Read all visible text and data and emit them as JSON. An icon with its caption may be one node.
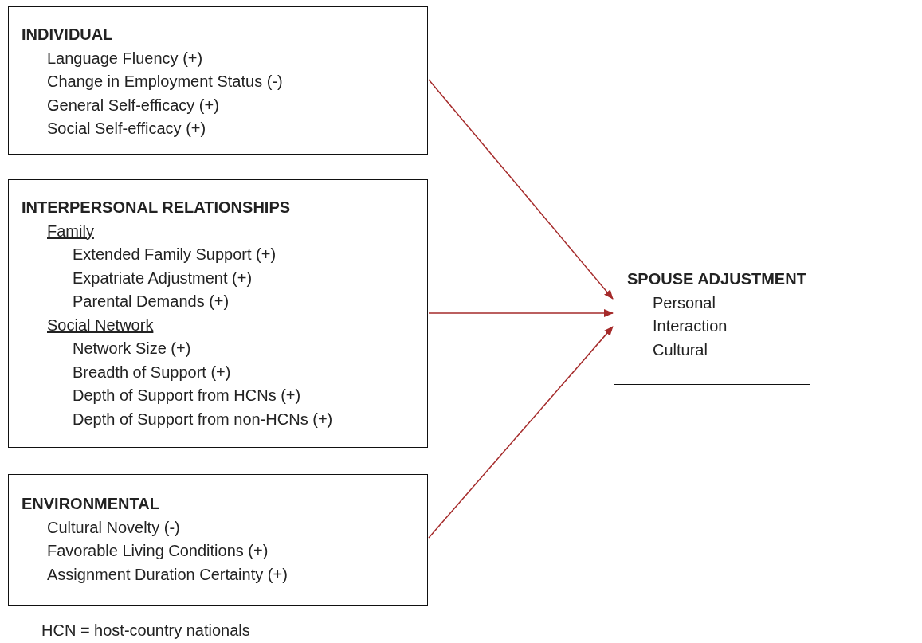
{
  "diagram": {
    "nodes": [
      {
        "text": [
          "INDIVIDUAL",
          "Language Fluency (+)",
          "Change in Employment Status (-)",
          "General Self-efficacy (+)",
          "Social Self-efficacy (+)"
        ]
      },
      {
        "text": [
          "INTERPERSONAL RELATIONSHIPS",
          "Family",
          "Extended Family Support (+)",
          "Expatriate Adjustment (+)",
          "Parental Demands (+)",
          "Social Network",
          "Network Size (+)",
          "Breadth of Support (+)",
          "Depth of Support from HCNs (+)",
          "Depth of Support from non-HCNs (+)"
        ]
      },
      {
        "text": [
          "ENVIRONMENTAL",
          "Cultural Novelty (-)",
          "Favorable Living Conditions (+)",
          "Assignment Duration Certainty (+)"
        ]
      },
      {
        "text": [
          "SPOUSE ADJUSTMENT",
          "Personal",
          "Interaction",
          "Cultural"
        ]
      }
    ],
    "edges": [
      {
        "from": 0,
        "to": 3,
        "arrow": "to"
      },
      {
        "from": 1,
        "to": 3,
        "arrow": "to"
      },
      {
        "from": 2,
        "to": 3,
        "arrow": "to"
      }
    ],
    "labels": [
      "HCN = host-country nationals"
    ]
  }
}
